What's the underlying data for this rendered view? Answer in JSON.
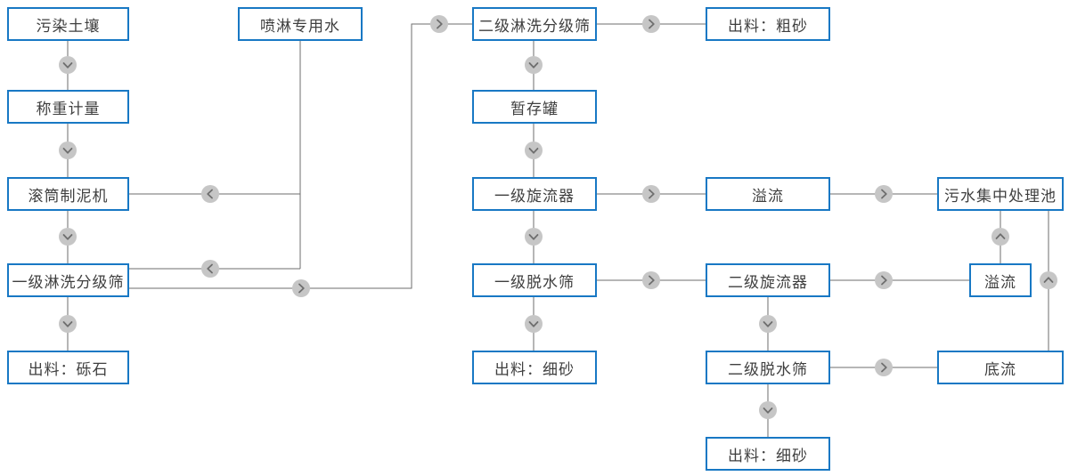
{
  "diagram": {
    "type": "flowchart",
    "description": "soil washing process flow",
    "colors": {
      "node_border": "#1878c4",
      "node_fill": "#ffffff",
      "text": "#3f3f3f",
      "line": "#6e6e6e",
      "arrow_circle": "#c6c6c6",
      "arrow_chevron": "#6e6e6e"
    },
    "nodes": [
      {
        "id": "contaminated-soil",
        "label": "污染土壤"
      },
      {
        "id": "weighing",
        "label": "称重计量"
      },
      {
        "id": "drum-mud-maker",
        "label": "滚筒制泥机"
      },
      {
        "id": "primary-washing-screen",
        "label": "一级淋洗分级筛"
      },
      {
        "id": "output-gravel",
        "label": "出料：砾石"
      },
      {
        "id": "spray-water",
        "label": "喷淋专用水"
      },
      {
        "id": "secondary-washing-screen",
        "label": "二级淋洗分级筛"
      },
      {
        "id": "storage-tank",
        "label": "暂存罐"
      },
      {
        "id": "primary-cyclone",
        "label": "一级旋流器"
      },
      {
        "id": "primary-dewatering-screen",
        "label": "一级脱水筛"
      },
      {
        "id": "output-fine-sand-1",
        "label": "出料：细砂"
      },
      {
        "id": "output-coarse-sand",
        "label": "出料：粗砂"
      },
      {
        "id": "overflow-1",
        "label": "溢流"
      },
      {
        "id": "secondary-cyclone",
        "label": "二级旋流器"
      },
      {
        "id": "secondary-dewatering-screen",
        "label": "二级脱水筛"
      },
      {
        "id": "output-fine-sand-2",
        "label": "出料：细砂"
      },
      {
        "id": "sewage-treatment-pool",
        "label": "污水集中处理池"
      },
      {
        "id": "overflow-2",
        "label": "溢流"
      },
      {
        "id": "underflow",
        "label": "底流"
      }
    ],
    "edges": [
      {
        "from": "contaminated-soil",
        "to": "weighing",
        "direction": "down"
      },
      {
        "from": "weighing",
        "to": "drum-mud-maker",
        "direction": "down"
      },
      {
        "from": "drum-mud-maker",
        "to": "primary-washing-screen",
        "direction": "down"
      },
      {
        "from": "primary-washing-screen",
        "to": "output-gravel",
        "direction": "down"
      },
      {
        "from": "spray-water",
        "to": "drum-mud-maker",
        "direction": "left"
      },
      {
        "from": "spray-water",
        "to": "primary-washing-screen",
        "direction": "left"
      },
      {
        "from": "primary-washing-screen",
        "to": "secondary-washing-screen",
        "direction": "right"
      },
      {
        "from": "secondary-washing-screen",
        "to": "output-coarse-sand",
        "direction": "right"
      },
      {
        "from": "secondary-washing-screen",
        "to": "storage-tank",
        "direction": "down"
      },
      {
        "from": "storage-tank",
        "to": "primary-cyclone",
        "direction": "down"
      },
      {
        "from": "primary-cyclone",
        "to": "overflow-1",
        "direction": "right"
      },
      {
        "from": "overflow-1",
        "to": "sewage-treatment-pool",
        "direction": "right"
      },
      {
        "from": "primary-cyclone",
        "to": "primary-dewatering-screen",
        "direction": "down"
      },
      {
        "from": "primary-dewatering-screen",
        "to": "output-fine-sand-1",
        "direction": "down"
      },
      {
        "from": "primary-dewatering-screen",
        "to": "secondary-cyclone",
        "direction": "right"
      },
      {
        "from": "secondary-cyclone",
        "to": "overflow-2",
        "direction": "right"
      },
      {
        "from": "overflow-2",
        "to": "sewage-treatment-pool",
        "direction": "up"
      },
      {
        "from": "secondary-cyclone",
        "to": "secondary-dewatering-screen",
        "direction": "down"
      },
      {
        "from": "secondary-dewatering-screen",
        "to": "underflow",
        "direction": "right"
      },
      {
        "from": "underflow",
        "to": "sewage-treatment-pool",
        "direction": "up"
      },
      {
        "from": "secondary-dewatering-screen",
        "to": "output-fine-sand-2",
        "direction": "down"
      }
    ]
  }
}
